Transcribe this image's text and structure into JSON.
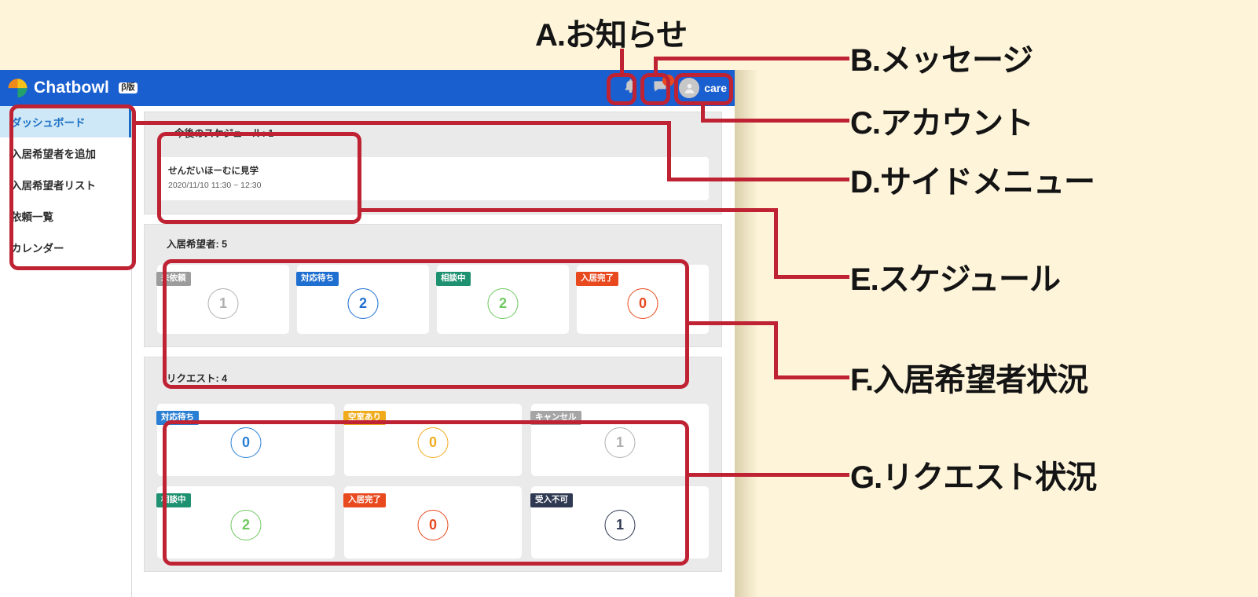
{
  "annotations": [
    {
      "key": "A",
      "label": "A.お知らせ"
    },
    {
      "key": "B",
      "label": "B.メッセージ"
    },
    {
      "key": "C",
      "label": "C.アカウント"
    },
    {
      "key": "D",
      "label": "D.サイドメニュー"
    },
    {
      "key": "E",
      "label": "E.スケジュール"
    },
    {
      "key": "F",
      "label": "F.入居希望者状況"
    },
    {
      "key": "G",
      "label": "G.リクエスト状況"
    }
  ],
  "app": {
    "brand": "Chatbowl",
    "beta_badge": "β版",
    "header": {
      "bell_icon": "bell-icon",
      "message_icon": "message-icon",
      "message_badge_count": "1",
      "account_icon": "person-icon",
      "account_name": "care"
    }
  },
  "sidebar": {
    "items": [
      {
        "label": "ダッシュボード",
        "active": true
      },
      {
        "label": "入居希望者を追加",
        "active": false
      },
      {
        "label": "入居希望者リスト",
        "active": false
      },
      {
        "label": "依頼一覧",
        "active": false
      },
      {
        "label": "カレンダー",
        "active": false
      }
    ]
  },
  "schedule": {
    "title": "今後のスケジュール: 1",
    "items": [
      {
        "name": "せんだいほーむに見学",
        "time": "2020/11/10  11:30 ~ 12:30"
      }
    ]
  },
  "applicants": {
    "title": "入居希望者: 5",
    "cards": [
      {
        "label": "未依頼",
        "value": "1",
        "chip_color": "#9c9c9c",
        "value_color": "#b0b0b0"
      },
      {
        "label": "対応待ち",
        "value": "2",
        "chip_color": "#1f6fd0",
        "value_color": "#1f6fd0"
      },
      {
        "label": "相談中",
        "value": "2",
        "chip_color": "#1e9170",
        "value_color": "#6fc860"
      },
      {
        "label": "入居完了",
        "value": "0",
        "chip_color": "#e8491e",
        "value_color": "#e8491e"
      }
    ]
  },
  "requests": {
    "title": "リクエスト: 4",
    "cards_row1": [
      {
        "label": "対応待ち",
        "value": "0",
        "chip_color": "#2a7fd4",
        "value_color": "#2a7fd4"
      },
      {
        "label": "空室あり",
        "value": "0",
        "chip_color": "#f0ab1d",
        "value_color": "#f0ab1d"
      },
      {
        "label": "キャンセル",
        "value": "1",
        "chip_color": "#a5a5a5",
        "value_color": "#b0b0b0"
      }
    ],
    "cards_row2": [
      {
        "label": "相談中",
        "value": "2",
        "chip_color": "#1e9170",
        "value_color": "#6fc860"
      },
      {
        "label": "入居完了",
        "value": "0",
        "chip_color": "#e8491e",
        "value_color": "#e8491e"
      },
      {
        "label": "受入不可",
        "value": "1",
        "chip_color": "#2f3a52",
        "value_color": "#2f3a52"
      }
    ]
  },
  "colors": {
    "background": "#fdf4da",
    "header_blue": "#1a5fd0",
    "annotation_red": "#bf2233",
    "panel_gray": "#eaeaea"
  }
}
